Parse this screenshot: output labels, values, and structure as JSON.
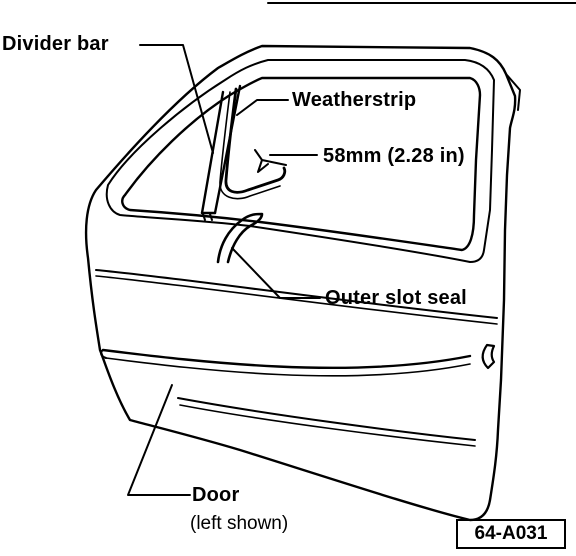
{
  "labels": {
    "divider_bar": "Divider bar",
    "weatherstrip": "Weatherstrip",
    "dimension": "58mm (2.28 in)",
    "outer_slot_seal": "Outer slot seal",
    "door": "Door",
    "door_note": "(left shown)"
  },
  "figure_id": "64-A031",
  "colors": {
    "line": "#000000",
    "background": "#ffffff"
  }
}
